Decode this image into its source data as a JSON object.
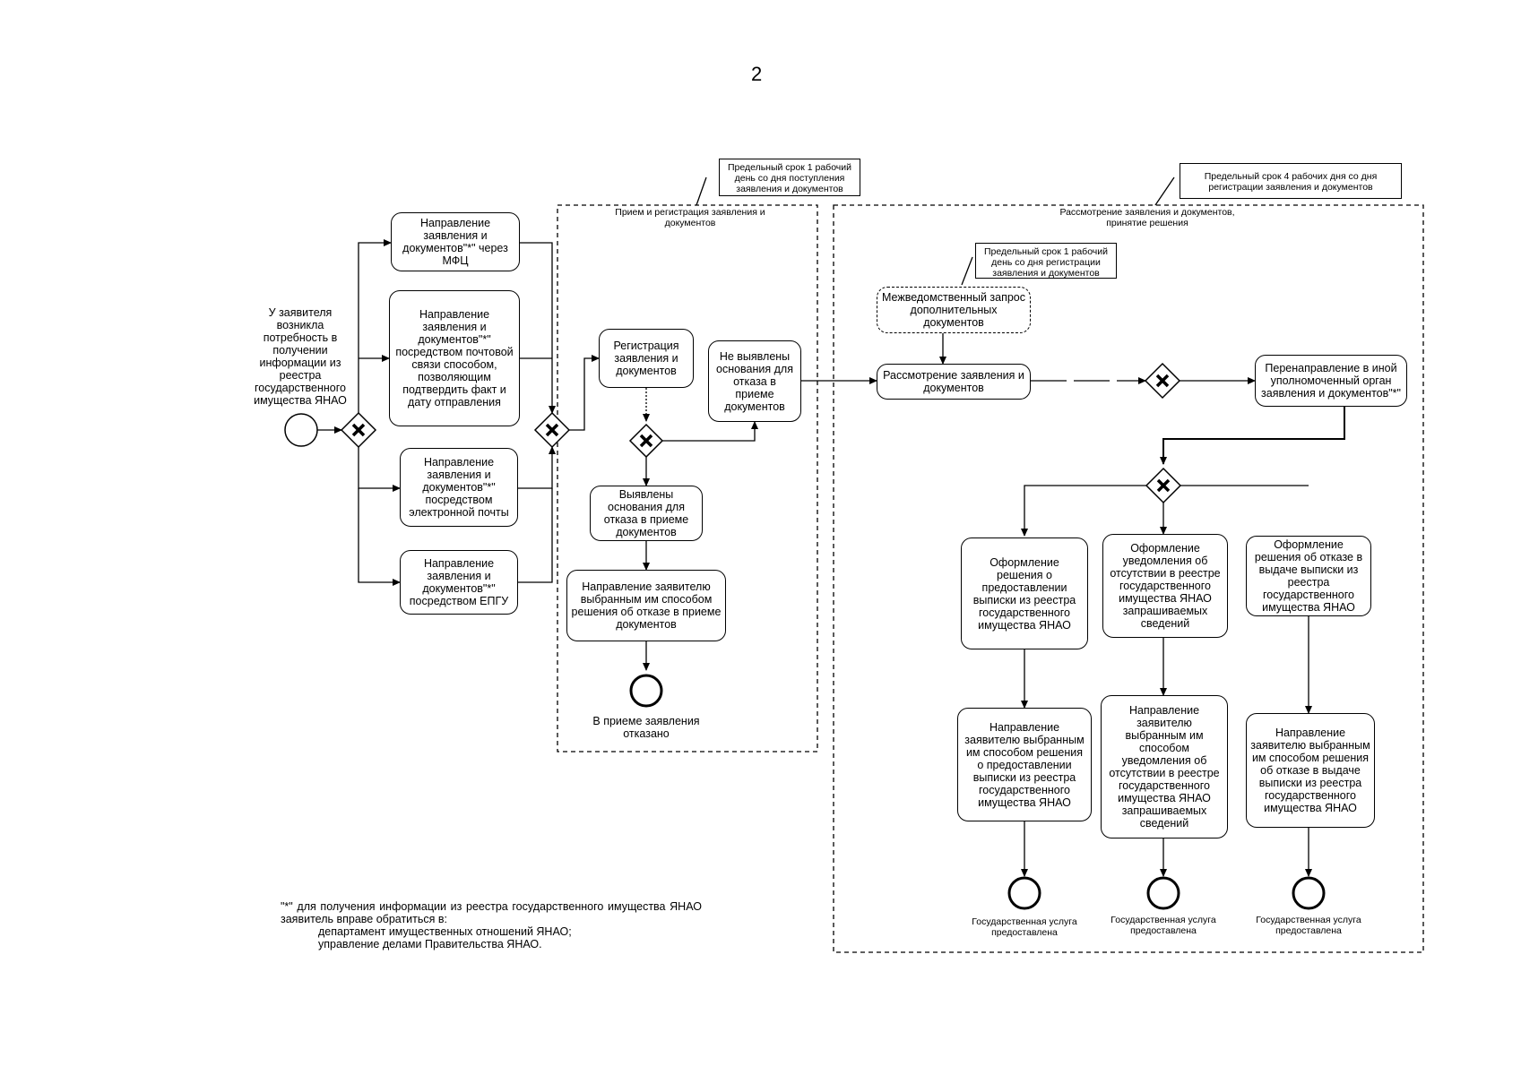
{
  "page_number": "2",
  "start": {
    "label": "У заявителя возникла потребность в получении информации из реестра государственного имущества ЯНАО"
  },
  "submission": {
    "mfc": "Направление заявления и документов\"*\" через МФЦ",
    "mail": "Направление заявления и документов\"*\" посредством почтовой связи способом, позволяющим подтвердить факт и дату отправления",
    "email": "Направление заявления и документов\"*\" посредством электронной почты",
    "epgu": "Направление заявления и документов\"*\" посредством ЕПГУ"
  },
  "reception": {
    "deadline_note": "Предельный срок 1 рабочий день со дня поступления заявления и документов",
    "title": "Прием и регистрация заявления и документов",
    "register": "Регистрация заявления и документов",
    "not_found": "Не выявлены основания для отказа в приеме документов",
    "found": "Выявлены основания для отказа в приеме документов",
    "notify_refusal": "Направление заявителю выбранным им способом решения об отказе в приеме документов",
    "end_label": "В приеме заявления отказано"
  },
  "review": {
    "deadline_note": "Предельный срок 4  рабочих дня со дня регистрации заявления и документов",
    "title": "Рассмотрение заявления и документов, принятие решения",
    "interagency_note": "Предельный срок 1 рабочий день со дня регистрации заявления и документов",
    "interagency": "Межведомственный запрос дополнительных документов",
    "consider": "Рассмотрение заявления и документов",
    "redirect": "Перенаправление в иной уполномоченный орган заявления и документов\"*\"",
    "decision_provide": "Оформление решения о предоставлении выписки из реестра государственного имущества ЯНАО",
    "notice_absent": "Оформление уведомления об отсутствии в реестре государственного имущества ЯНАО запрашиваемых сведений",
    "decision_refuse": "Оформление решения об отказе в выдаче выписки из реестра государственного имущества ЯНАО",
    "send_provide": "Направление заявителю выбранным им способом решения о предоставлении выписки из реестра государственного имущества ЯНАО",
    "send_absent": "Направление заявителю выбранным им способом уведомления об отсутствии в реестре государственного имущества ЯНАО запрашиваемых сведений",
    "send_refuse": "Направление заявителю выбранным им способом решения об отказе в выдаче выписки из реестра государственного имущества ЯНАО",
    "end_label": "Государственная услуга предоставлена"
  },
  "footnote": {
    "main": "\"*\" для получения информации из реестра государственного имущества ЯНАО заявитель вправе обратиться в:",
    "line1": "департамент имущественных отношений ЯНАО;",
    "line2": "управление делами Правительства ЯНАО."
  }
}
